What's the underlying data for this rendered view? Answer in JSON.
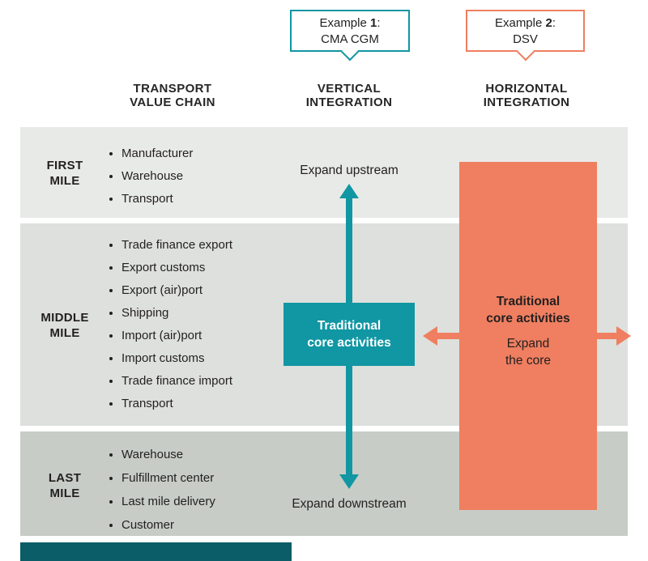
{
  "colors": {
    "teal": "#1196a3",
    "salmon": "#ef7f60",
    "band_first": "#e8eae7",
    "band_middle": "#dde0dc",
    "band_last": "#c7cdc6",
    "footer_bar": "#0b5d68",
    "text": "#231f20"
  },
  "callouts": [
    {
      "prefix": "Example ",
      "number": "1",
      "colon": ":",
      "name": "CMA CGM"
    },
    {
      "prefix": "Example ",
      "number": "2",
      "colon": ":",
      "name": "DSV"
    }
  ],
  "column_headers": [
    {
      "line1": "TRANSPORT",
      "line2": "VALUE CHAIN"
    },
    {
      "line1": "VERTICAL",
      "line2": "INTEGRATION"
    },
    {
      "line1": "HORIZONTAL",
      "line2": "INTEGRATION"
    }
  ],
  "rows": [
    {
      "label_line1": "FIRST",
      "label_line2": "MILE",
      "items": [
        "Manufacturer",
        "Warehouse",
        "Transport"
      ]
    },
    {
      "label_line1": "MIDDLE",
      "label_line2": "MILE",
      "items": [
        "Trade finance export",
        "Export customs",
        "Export (air)port",
        "Shipping",
        "Import (air)port",
        "Import customs",
        "Trade finance import",
        "Transport"
      ]
    },
    {
      "label_line1": "LAST",
      "label_line2": "MILE",
      "items": [
        "Warehouse",
        "Fulfillment center",
        "Last mile delivery",
        "Customer"
      ]
    }
  ],
  "vertical": {
    "expand_upstream": "Expand upstream",
    "box_line1": "Traditional",
    "box_line2": "core activities",
    "expand_downstream": "Expand downstream"
  },
  "horizontal": {
    "box_title_line1": "Traditional",
    "box_title_line2": "core activities",
    "sub_line1": "Expand",
    "sub_line2": "the core"
  }
}
